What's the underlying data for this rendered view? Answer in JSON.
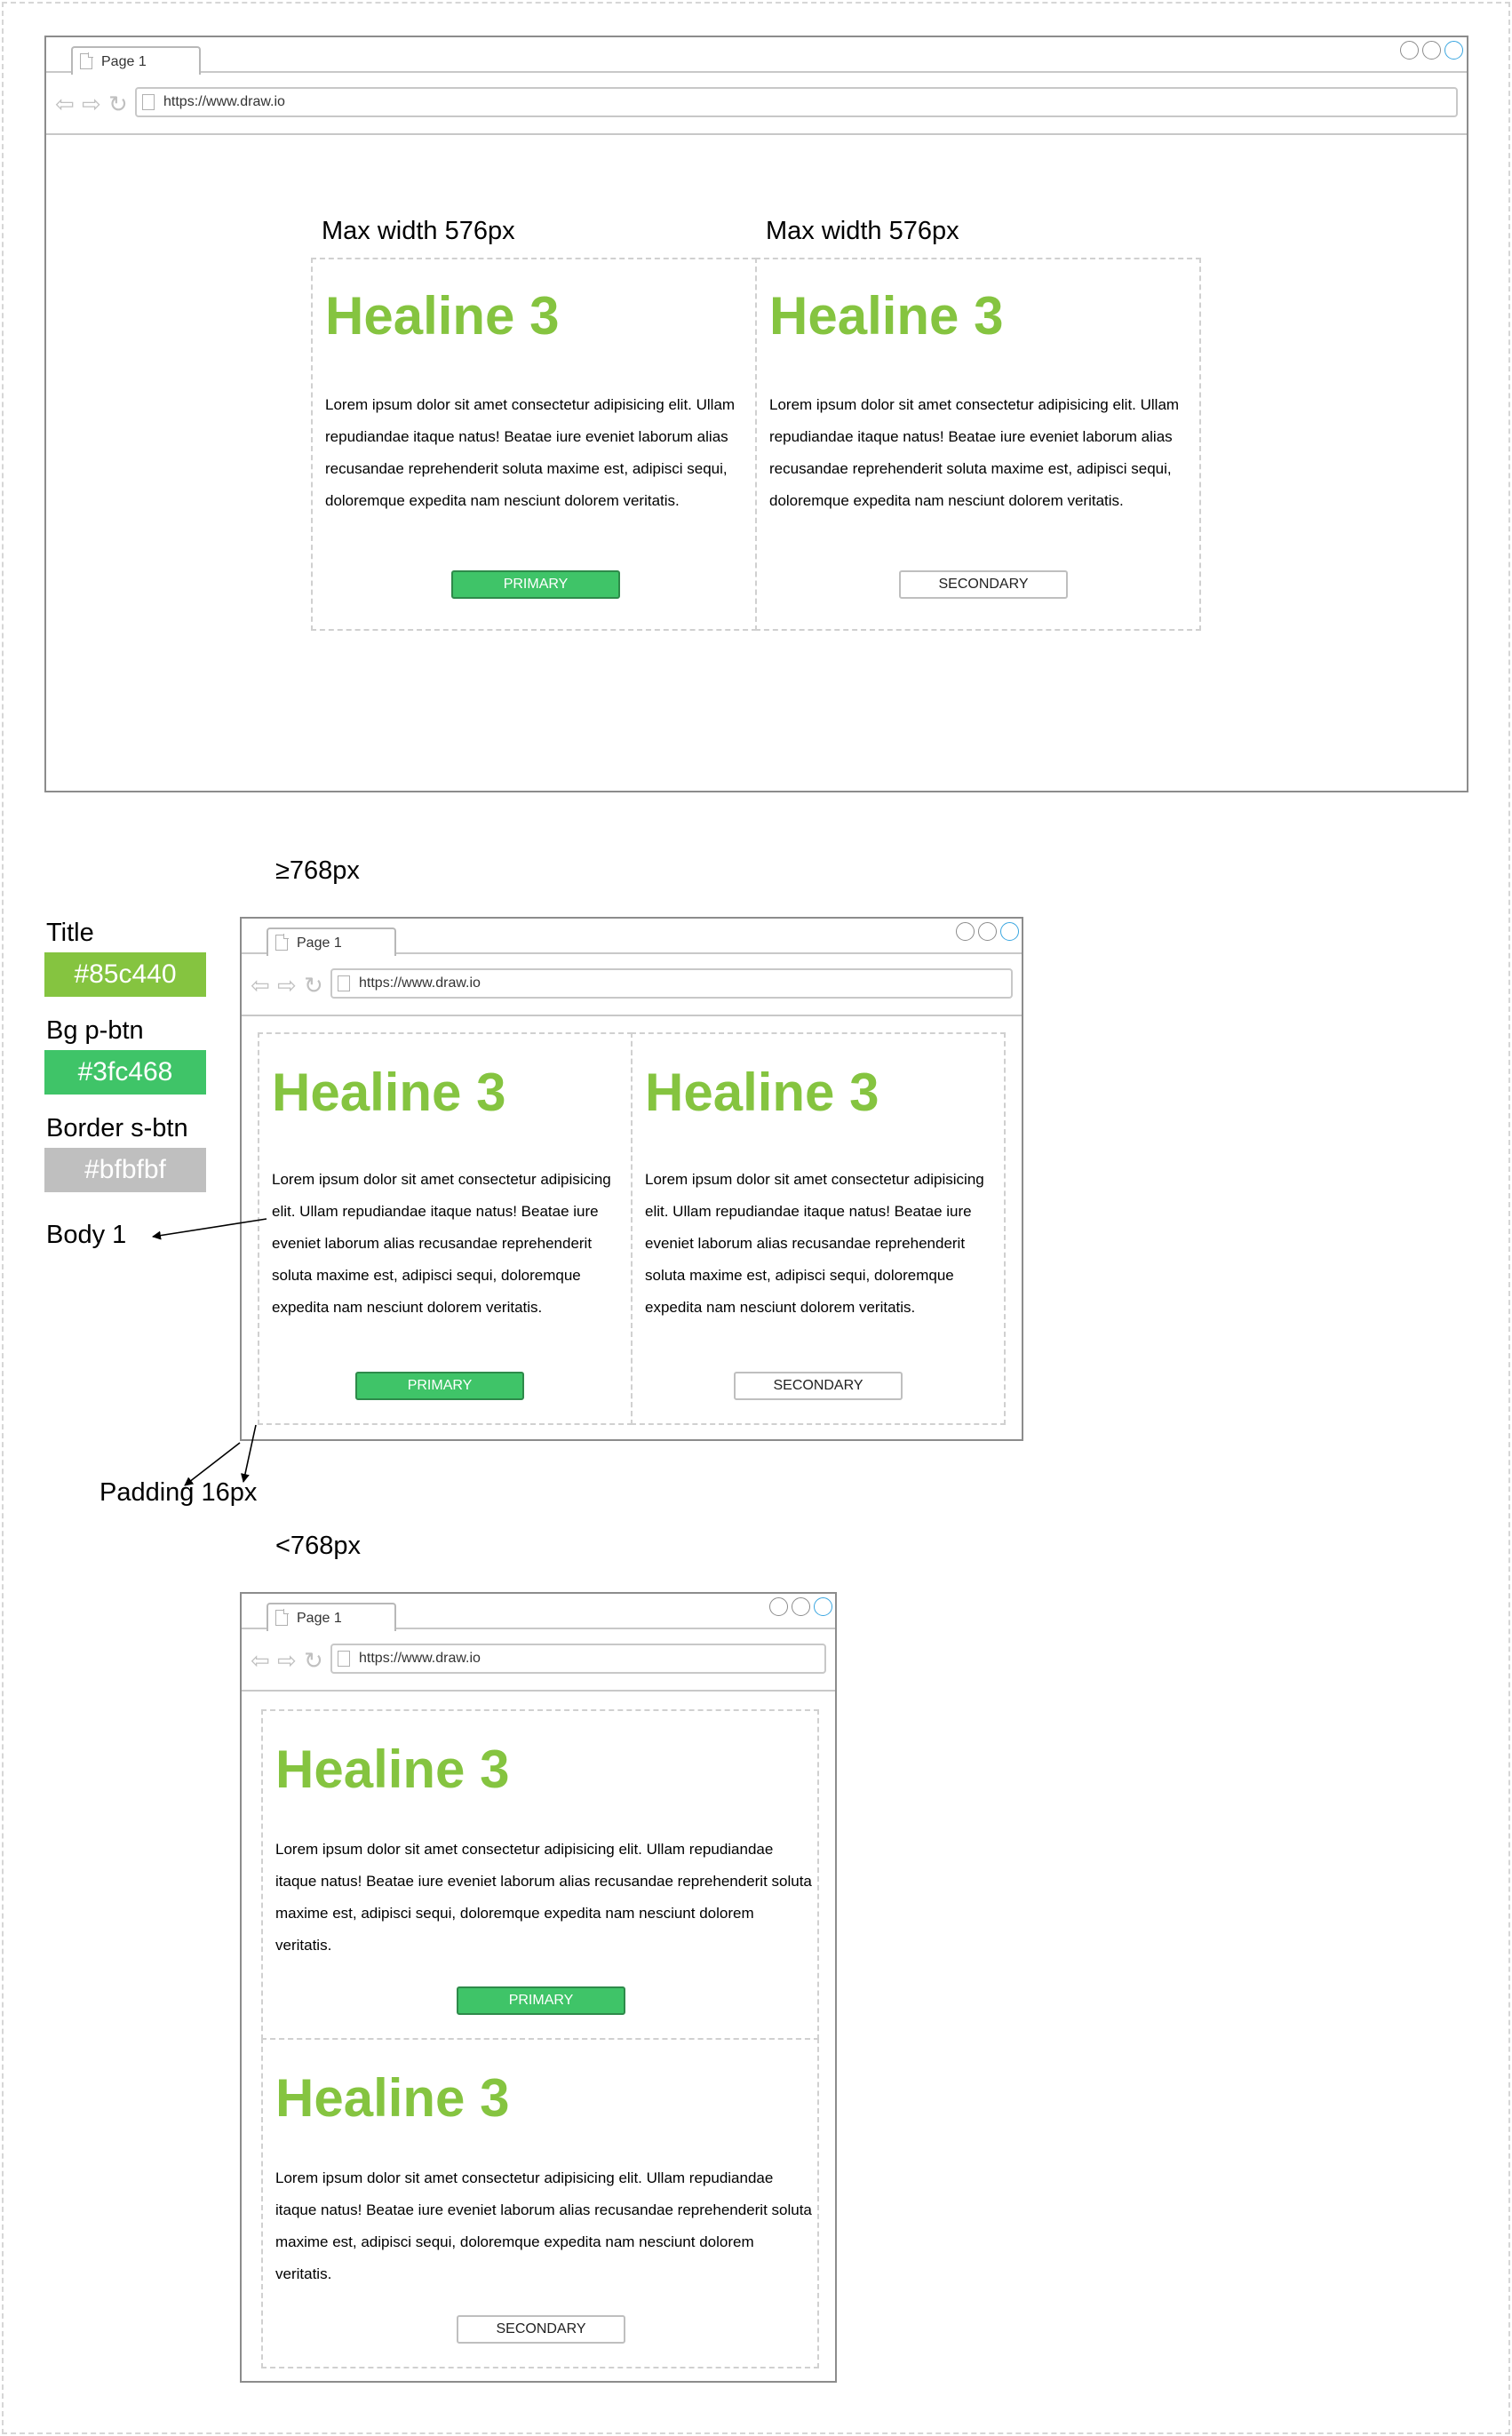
{
  "browser": {
    "tab_label": "Page 1",
    "url": "https://www.draw.io"
  },
  "top_section": {
    "max_width_label_left": "Max width 576px",
    "max_width_label_right": "Max width 576px"
  },
  "breakpoints": {
    "wide": "≥768px",
    "narrow": "<768px"
  },
  "cards": [
    {
      "headline": "Healine 3",
      "body": "Lorem ipsum dolor sit amet consectetur adipisicing elit. Ullam repudiandae itaque natus! Beatae iure eveniet laborum alias recusandae reprehenderit soluta maxime est, adipisci sequi, doloremque expedita nam nesciunt dolorem veritatis.",
      "button_label": "PRIMARY"
    },
    {
      "headline": "Healine 3",
      "body": "Lorem ipsum dolor sit amet consectetur adipisicing elit. Ullam repudiandae itaque natus! Beatae iure eveniet laborum alias recusandae reprehenderit soluta maxime est, adipisci sequi, doloremque expedita nam nesciunt dolorem veritatis.",
      "button_label": "SECONDARY"
    }
  ],
  "legend": {
    "title_label": "Title",
    "title_color": "#85c440",
    "bg_pbtn_label": "Bg p-btn",
    "bg_pbtn_color": "#3fc468",
    "border_sbtn_label": "Border s-btn",
    "border_sbtn_color": "#bfbfbf",
    "body_label": "Body 1",
    "padding_label": "Padding 16px"
  }
}
